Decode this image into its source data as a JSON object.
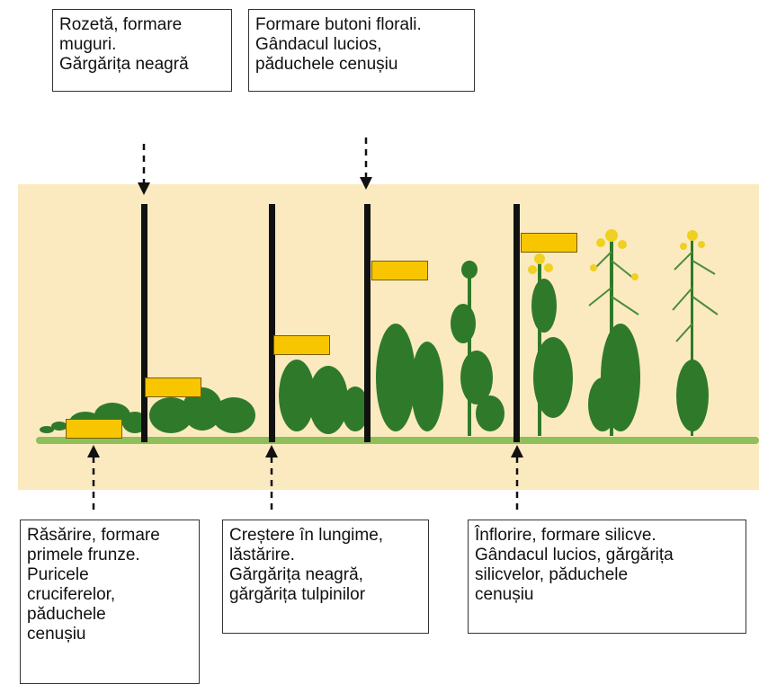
{
  "callouts_top": [
    {
      "text": "Rozetă, formare\nmuguri.\nGărgărița neagră"
    },
    {
      "text": "Formare butoni florali.\nGândacul lucios,\npăduchele cenușiu"
    }
  ],
  "callouts_bottom": [
    {
      "text": "Răsărire, formare\nprimele frunze.\nPuricele\ncruciferelor,\npăduchele\ncenușiu"
    },
    {
      "text": "Creștere în lungime,\nlăstărire.\nGărgărița neagră,\ngărgărița tulpinilor"
    },
    {
      "text": "Înflorire, formare silicve.\nGândacul lucios, gărgărița\nsilicvelor, păduchele\ncenușiu"
    }
  ],
  "colors": {
    "band": "#fbeac0",
    "marker_bar": "#f7c600",
    "stage_line": "#111111",
    "foliage": "#2f7a2a",
    "flower": "#f0d020"
  }
}
